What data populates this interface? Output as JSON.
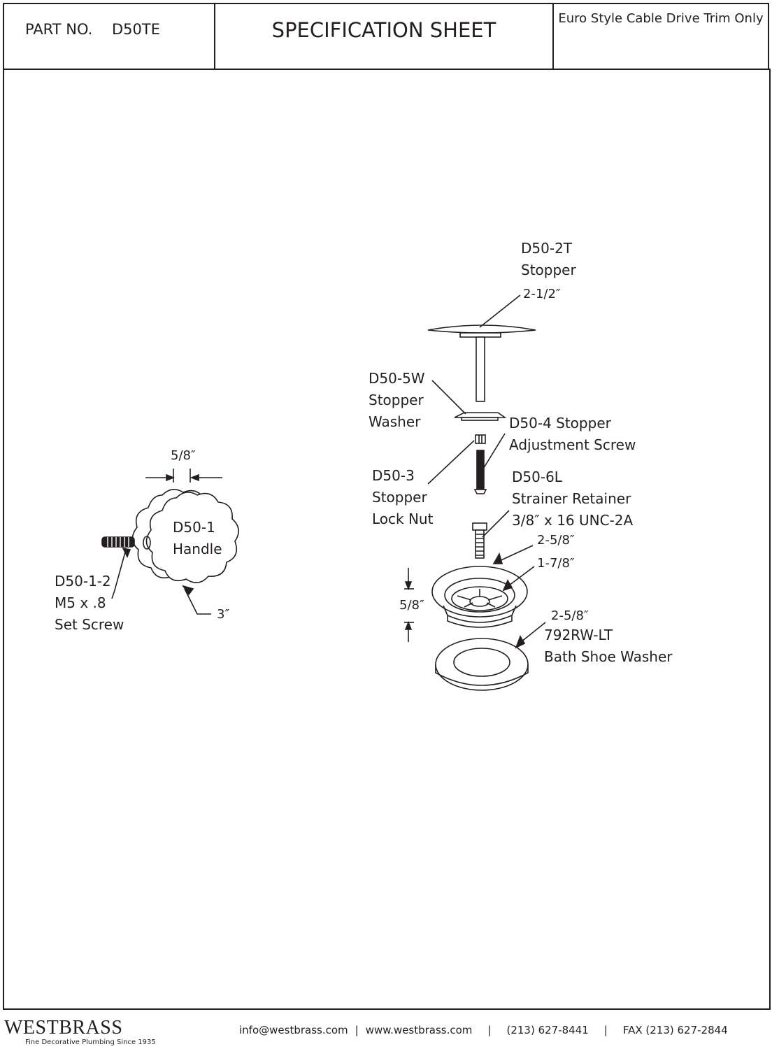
{
  "header": {
    "part_label": "PART NO.",
    "part_number": "D50TE",
    "title": "SPECIFICATION SHEET",
    "subtitle": "Euro Style Cable Drive Trim Only"
  },
  "parts": {
    "stopper": {
      "number": "D50-2T",
      "name": "Stopper",
      "dimension": "2-1/2″"
    },
    "stopper_washer": {
      "number": "D50-5W",
      "line2": "Stopper",
      "line3": "Washer"
    },
    "adjustment_screw": {
      "line1": "D50-4 Stopper",
      "line2": "Adjustment Screw"
    },
    "lock_nut": {
      "number": "D50-3",
      "line2": "Stopper",
      "line3": "Lock Nut"
    },
    "strainer_retainer": {
      "number": "D50-6L",
      "line2": "Strainer Retainer",
      "line3": "3/8″ x 16 UNC-2A"
    },
    "strainer": {
      "outer_dimension": "2-5/8″",
      "inner_dimension": "1-7/8″",
      "height_dimension": "5/8″"
    },
    "shoe_washer": {
      "dimension": "2-5/8″",
      "number": "792RW-LT",
      "name": "Bath Shoe Washer"
    },
    "handle": {
      "number": "D50-1",
      "name": "Handle",
      "width_dimension": "5/8″",
      "diameter_dimension": "3″"
    },
    "set_screw": {
      "number": "D50-1-2",
      "size": "M5 x .8",
      "name": "Set Screw"
    }
  },
  "footer": {
    "brand": "WESTBRASS",
    "tagline": "Fine Decorative Plumbing Since 1935",
    "email": "info@westbrass.com",
    "website": "www.westbrass.com",
    "phone": "(213) 627-8441",
    "fax": "FAX (213) 627-2844"
  }
}
